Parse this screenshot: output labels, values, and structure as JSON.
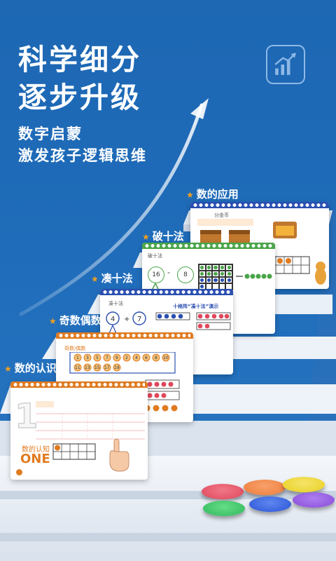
{
  "headline": {
    "line1": "科学细分",
    "line2": "逐步升级"
  },
  "subline": {
    "line1": "数字启蒙",
    "line2": "激发孩子逻辑思维"
  },
  "steps": [
    {
      "label": "数的认识"
    },
    {
      "label": "奇数偶数"
    },
    {
      "label": "凑十法"
    },
    {
      "label": "破十法"
    },
    {
      "label": "数的应用"
    }
  ],
  "cards": {
    "card1": {
      "title": "数的认知",
      "word": "ONE",
      "numeral": "1"
    },
    "card2": {
      "title": "奇数/偶数"
    },
    "card3": {
      "title": "凑十法",
      "banner": "十格阵“凑十法”演示"
    },
    "card4": {
      "title": "破十法",
      "n1": "16",
      "op": "-",
      "n2": "8"
    },
    "card5": {
      "title": "分金币"
    }
  },
  "colors": {
    "background": "#1f6cba",
    "accent_orange": "#e07b20",
    "accent_blue": "#2a4fb0",
    "accent_green": "#4aa54a",
    "star": "#f0a020"
  },
  "discs": [
    "#e0475a",
    "#f07c3a",
    "#e8d020",
    "#2fb85a",
    "#2a56d6",
    "#8a4bd8"
  ]
}
